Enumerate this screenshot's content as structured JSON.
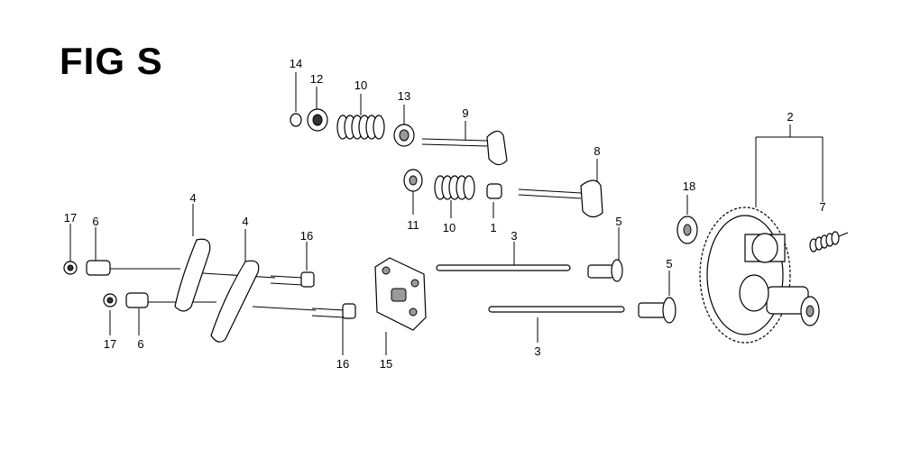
{
  "figure": {
    "title": "FIG S"
  },
  "callouts": [
    {
      "id": "c14",
      "text": "14"
    },
    {
      "id": "c12",
      "text": "12"
    },
    {
      "id": "c10a",
      "text": "10"
    },
    {
      "id": "c13",
      "text": "13"
    },
    {
      "id": "c9",
      "text": "9"
    },
    {
      "id": "c8",
      "text": "8"
    },
    {
      "id": "c11",
      "text": "11"
    },
    {
      "id": "c10b",
      "text": "10"
    },
    {
      "id": "c1",
      "text": "1"
    },
    {
      "id": "c2",
      "text": "2"
    },
    {
      "id": "c18",
      "text": "18"
    },
    {
      "id": "c7",
      "text": "7"
    },
    {
      "id": "c17a",
      "text": "17"
    },
    {
      "id": "c6a",
      "text": "6"
    },
    {
      "id": "c4a",
      "text": "4"
    },
    {
      "id": "c4b",
      "text": "4"
    },
    {
      "id": "c16a",
      "text": "16"
    },
    {
      "id": "c3a",
      "text": "3"
    },
    {
      "id": "c5a",
      "text": "5"
    },
    {
      "id": "c5b",
      "text": "5"
    },
    {
      "id": "c17b",
      "text": "17"
    },
    {
      "id": "c6b",
      "text": "6"
    },
    {
      "id": "c16b",
      "text": "16"
    },
    {
      "id": "c15",
      "text": "15"
    },
    {
      "id": "c3b",
      "text": "3"
    }
  ]
}
